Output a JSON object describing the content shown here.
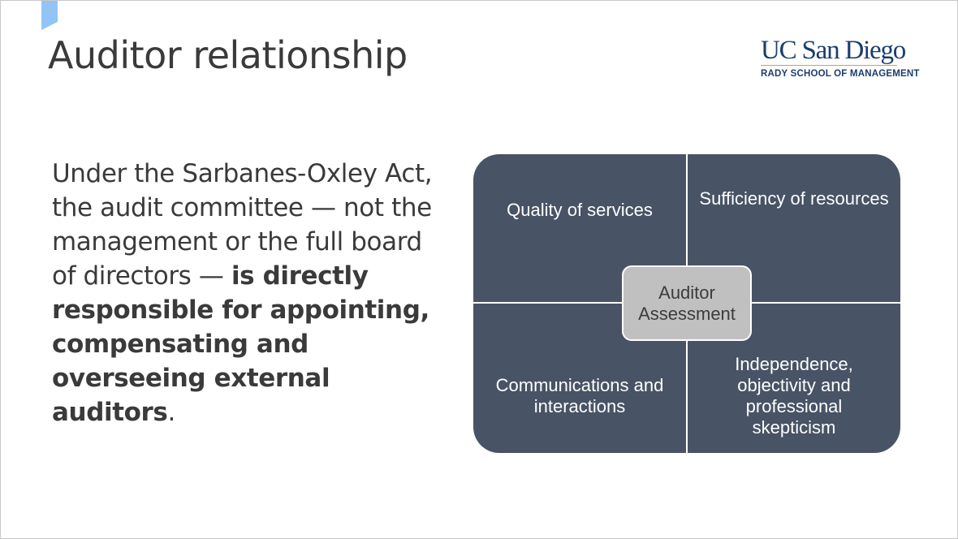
{
  "slide": {
    "title": "Auditor relationship",
    "logo": {
      "main": "UC San Diego",
      "sub": "RADY SCHOOL OF MANAGEMENT"
    },
    "body": {
      "regular": "Under the Sarbanes-Oxley Act, the audit committee — not the management or the full board of directors — ",
      "bold": "is directly responsible for appointing, compensating and overseeing external auditors",
      "end": "."
    },
    "matrix": {
      "top_left": "Quality of services",
      "top_right": "Sufficiency of resources",
      "bottom_left": "Communications and interactions",
      "bottom_right": "Independence, objectivity and professional skepticism",
      "center": "Auditor Assessment"
    }
  },
  "colors": {
    "accent": "#92c5f5",
    "quadrant_fill": "#485366",
    "center_fill": "#c0c0c0",
    "logo_blue": "#1b3d6e",
    "logo_gold": "#c9a44c"
  }
}
